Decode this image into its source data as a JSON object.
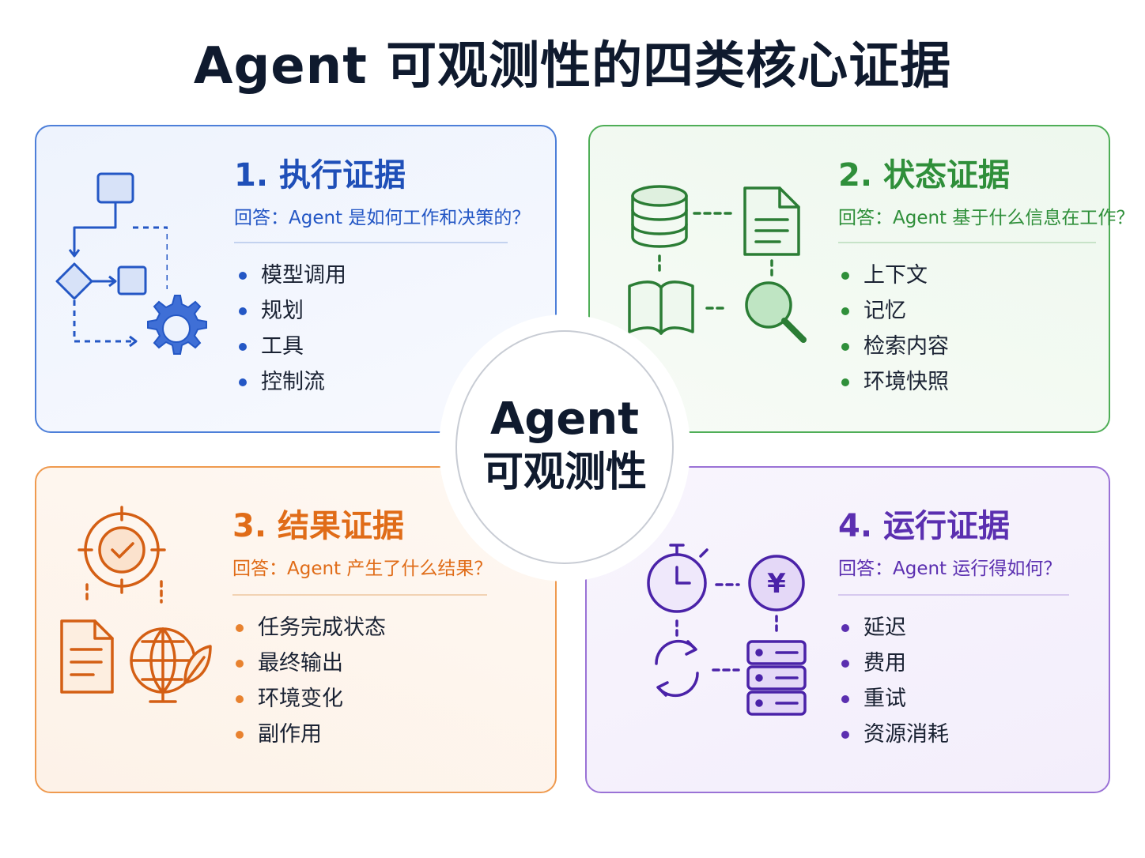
{
  "title": "Agent 可观测性的四类核心证据",
  "center": {
    "line1": "Agent",
    "line2": "可观测性"
  },
  "cards": [
    {
      "title": "1. 执行证据",
      "question": "回答：Agent 是如何工作和决策的？",
      "items": [
        "模型调用",
        "规划",
        "工具",
        "控制流"
      ],
      "color": "#1f4fb8"
    },
    {
      "title": "2. 状态证据",
      "question": "回答：Agent 基于什么信息在工作？",
      "items": [
        "上下文",
        "记忆",
        "检索内容",
        "环境快照"
      ],
      "color": "#2f8f3a"
    },
    {
      "title": "3. 结果证据",
      "question": "回答：Agent 产生了什么结果？",
      "items": [
        "任务完成状态",
        "最终输出",
        "环境变化",
        "副作用"
      ],
      "color": "#e06c18"
    },
    {
      "title": "4. 运行证据",
      "question": "回答：Agent 运行得如何？",
      "items": [
        "延迟",
        "费用",
        "重试",
        "资源消耗"
      ],
      "color": "#5b2fb0"
    }
  ],
  "icons": {
    "execution": [
      "flowchart-icon",
      "gear-icon"
    ],
    "state": [
      "database-icon",
      "document-icon",
      "book-icon",
      "magnifier-icon"
    ],
    "result": [
      "target-check-icon",
      "document-icon",
      "globe-leaf-icon"
    ],
    "runtime": [
      "stopwatch-icon",
      "yen-coin-icon",
      "refresh-icon",
      "server-icon"
    ],
    "currency_symbol": "¥"
  }
}
